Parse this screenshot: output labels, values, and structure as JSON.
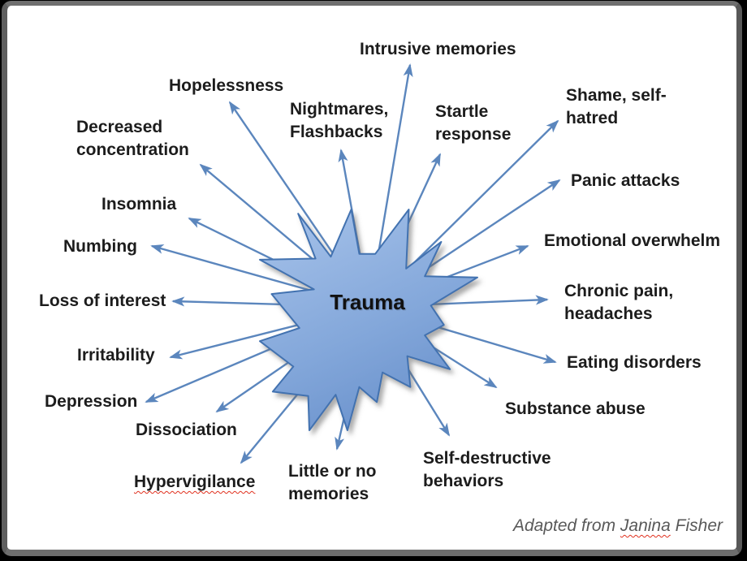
{
  "diagram": {
    "type": "radial-starburst",
    "center": {
      "label": "Trauma"
    },
    "symptoms": [
      {
        "id": "intrusive-memories",
        "text": "Intrusive memories"
      },
      {
        "id": "shame-self-hatred",
        "text": "Shame, self-hatred"
      },
      {
        "id": "panic-attacks",
        "text": "Panic attacks"
      },
      {
        "id": "emotional-overwhelm",
        "text": "Emotional overwhelm"
      },
      {
        "id": "chronic-pain-headaches",
        "text": "Chronic pain, headaches"
      },
      {
        "id": "eating-disorders",
        "text": "Eating disorders"
      },
      {
        "id": "substance-abuse",
        "text": "Substance abuse"
      },
      {
        "id": "self-destructive-behaviors",
        "text": "Self-destructive behaviors"
      },
      {
        "id": "little-or-no-memories",
        "text": "Little or no memories"
      },
      {
        "id": "hypervigilance",
        "text": "Hypervigilance"
      },
      {
        "id": "dissociation",
        "text": "Dissociation"
      },
      {
        "id": "depression",
        "text": "Depression"
      },
      {
        "id": "irritability",
        "text": "Irritability"
      },
      {
        "id": "loss-of-interest",
        "text": "Loss of interest"
      },
      {
        "id": "numbing",
        "text": "Numbing"
      },
      {
        "id": "insomnia",
        "text": "Insomnia"
      },
      {
        "id": "decreased-concentration",
        "text": "Decreased concentration"
      },
      {
        "id": "hopelessness",
        "text": "Hopelessness"
      },
      {
        "id": "nightmares-flashbacks",
        "text": "Nightmares, Flashbacks"
      },
      {
        "id": "startle-response",
        "text": "Startle response"
      }
    ],
    "attribution": {
      "prefix": "Adapted from",
      "flagged_word": "Janina",
      "suffix": "Fisher"
    },
    "spellcheck_flagged_words": [
      "Hypervigilance",
      "Janina"
    ],
    "colors": {
      "arrow": "#5b86bd",
      "star_fill_top": "#a2bfe8",
      "star_fill_bottom": "#6890cb",
      "star_outline": "#4272b0",
      "label_text": "#1c1c1c",
      "attribution_text": "#595959",
      "spellcheck_underline": "#e0301e",
      "frame_gray": "#6f6f6f",
      "frame_black": "#000000"
    }
  }
}
